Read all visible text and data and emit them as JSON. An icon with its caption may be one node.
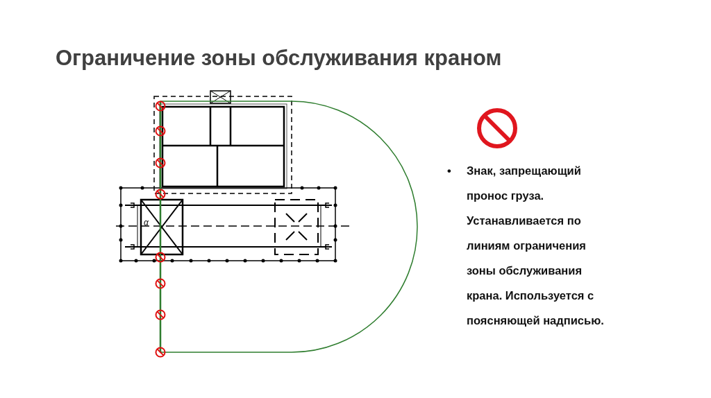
{
  "diagram": {
    "title": "Ограничение зоны обслуживания краном",
    "labels": [
      "α",
      "•",
      "Знак, запрещающий пронос груза. Устанавливается по линиям ограничения зоны обслуживания крана. Используется с поясняющей надписью."
    ]
  }
}
